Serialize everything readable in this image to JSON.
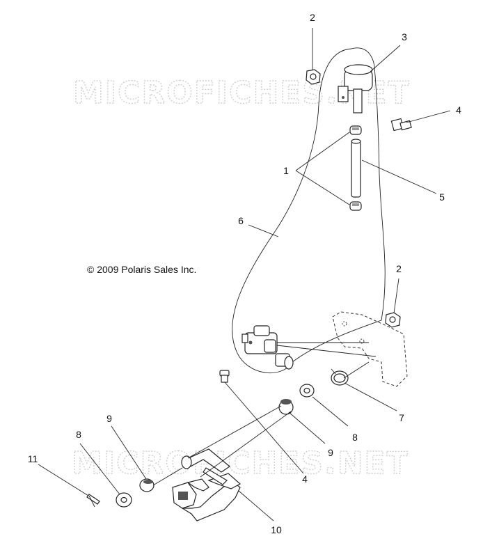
{
  "watermark": "MICROFICHES.NET",
  "copyright": "© 2009 Polaris Sales Inc.",
  "callouts": [
    "1",
    "2",
    "2",
    "3",
    "4",
    "4",
    "5",
    "6",
    "7",
    "8",
    "8",
    "9",
    "9",
    "10",
    "11"
  ]
}
